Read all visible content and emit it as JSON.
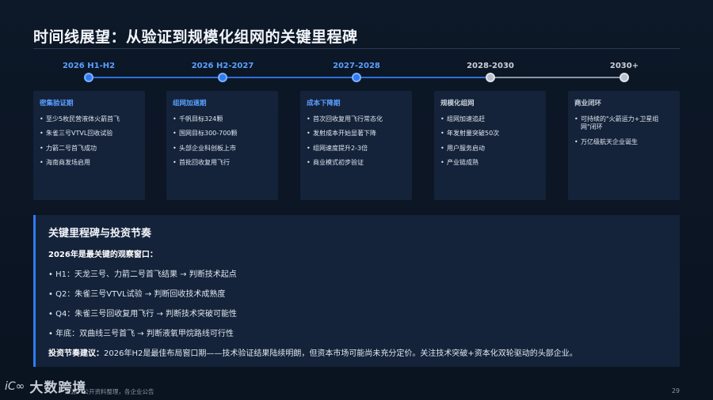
{
  "title": "时间线展望：从验证到规模化组网的关键里程碑",
  "timeline": [
    {
      "label": "2026 H1-H2",
      "active": true
    },
    {
      "label": "2026 H2-2027",
      "active": true
    },
    {
      "label": "2027-2028",
      "active": true
    },
    {
      "label": "2028-2030",
      "active": false
    },
    {
      "label": "2030+",
      "active": false
    }
  ],
  "cards": [
    {
      "title": "密集验证期",
      "items": [
        "至少5枚民营液体火箭首飞",
        "朱雀三号VTVL回收试验",
        "力箭二号首飞成功",
        "海南商发场启用"
      ]
    },
    {
      "title": "组网加速期",
      "items": [
        "千帆目标324颗",
        "国网目标300-700颗",
        "头部企业科创板上市",
        "首批回收复用飞行"
      ]
    },
    {
      "title": "成本下降期",
      "items": [
        "首次回收复用飞行常态化",
        "发射成本开始显著下降",
        "组网速度提升2-3倍",
        "商业模式初步验证"
      ]
    },
    {
      "title": "规模化组网",
      "items": [
        "组网加速追赶",
        "年发射量突破50次",
        "用户服务启动",
        "产业链成熟"
      ]
    },
    {
      "title": "商业闭环",
      "items": [
        "可持续的\"火箭运力+卫星组网\"闭环",
        "万亿级航天企业诞生"
      ]
    }
  ],
  "panel": {
    "title": "关键里程碑与投资节奏",
    "subtitle": "2026年是最关键的观察窗口：",
    "rows": [
      "• H1：天龙三号、力箭二号首飞结果 → 判断技术起点",
      "• Q2：朱雀三号VTVL试验 → 判断回收技术成熟度",
      "• Q4：朱雀三号回收复用飞行 → 判断技术突破可能性",
      "• 年底：双曲线三号首飞 → 判断液氧甲烷路线可行性"
    ],
    "advice_label": "投资节奏建议：",
    "advice_text": "2026年H2是最佳布局窗口期——技术验证结果陆续明朗，但资本市场可能尚未充分定价。关注技术突破+资本化双轮驱动的头部企业。"
  },
  "footer": {
    "source": "来源：公开资料整理，各企业公告",
    "page": "29"
  },
  "watermark": {
    "mark": "iC∞",
    "text": "大数跨境"
  }
}
